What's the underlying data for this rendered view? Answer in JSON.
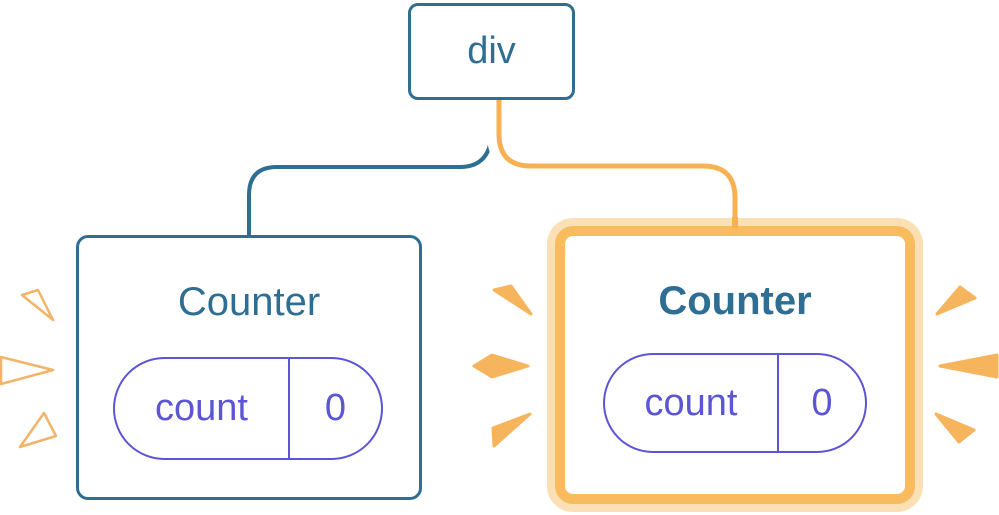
{
  "diagram": {
    "root_node": {
      "label": "div"
    },
    "children": [
      {
        "title": "Counter",
        "highlighted": false,
        "state": {
          "key": "count",
          "value": "0"
        }
      },
      {
        "title": "Counter",
        "highlighted": true,
        "state": {
          "key": "count",
          "value": "0"
        }
      }
    ]
  },
  "colors": {
    "tree_blue": "#2E6E93",
    "state_purple": "#5C55D6",
    "highlight_orange": "#F8BC5F",
    "highlight_pale_orange": "#FBE0B5",
    "connector_orange": "#F7B153",
    "spark_orange": "#F6B45C",
    "card_background": "#FFFFFF"
  }
}
